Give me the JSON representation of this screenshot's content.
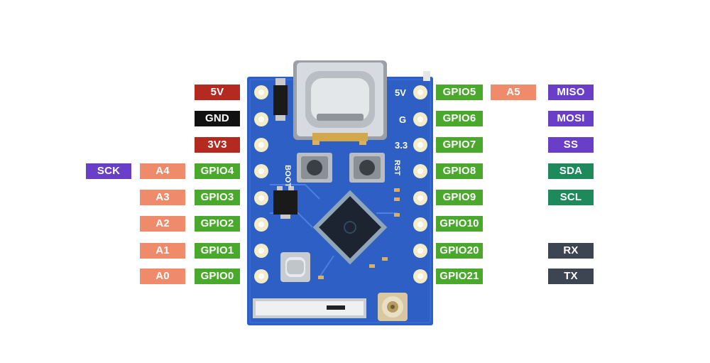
{
  "colors": {
    "power_5v": "#b42a20",
    "ground": "#111111",
    "power_3v3": "#b42a20",
    "gpio": "#4aa82c",
    "analog": "#ef8a6b",
    "spi": "#6a3fc7",
    "i2c": "#1e8a5c",
    "uart": "#3d4452",
    "pcb": "#2d5fc4",
    "pcb_dark": "#1c3f93",
    "pad": "#f2ecc8",
    "connector": "#c8cdd2"
  },
  "board": {
    "silk_left": "BOOT",
    "silk_right": "RST",
    "silk_5v": "5V",
    "silk_g": "G",
    "silk_33": "3.3",
    "antenna_icon": "antenna-connector-icon"
  },
  "left_power": [
    "5V",
    "GND",
    "3V3"
  ],
  "left_gpio": [
    "GPIO4",
    "GPIO3",
    "GPIO2",
    "GPIO1",
    "GPIO0"
  ],
  "left_analog": [
    "A4",
    "A3",
    "A2",
    "A1",
    "A0"
  ],
  "left_spi": [
    "SCK"
  ],
  "right_gpio": [
    "GPIO5",
    "GPIO6",
    "GPIO7",
    "GPIO8",
    "GPIO9",
    "GPIO10",
    "GPIO20",
    "GPIO21"
  ],
  "right_analog": [
    "A5"
  ],
  "right_spi": [
    "MISO",
    "MOSI",
    "SS"
  ],
  "right_i2c": [
    "SDA",
    "SCL"
  ],
  "right_uart": [
    "RX",
    "TX"
  ]
}
